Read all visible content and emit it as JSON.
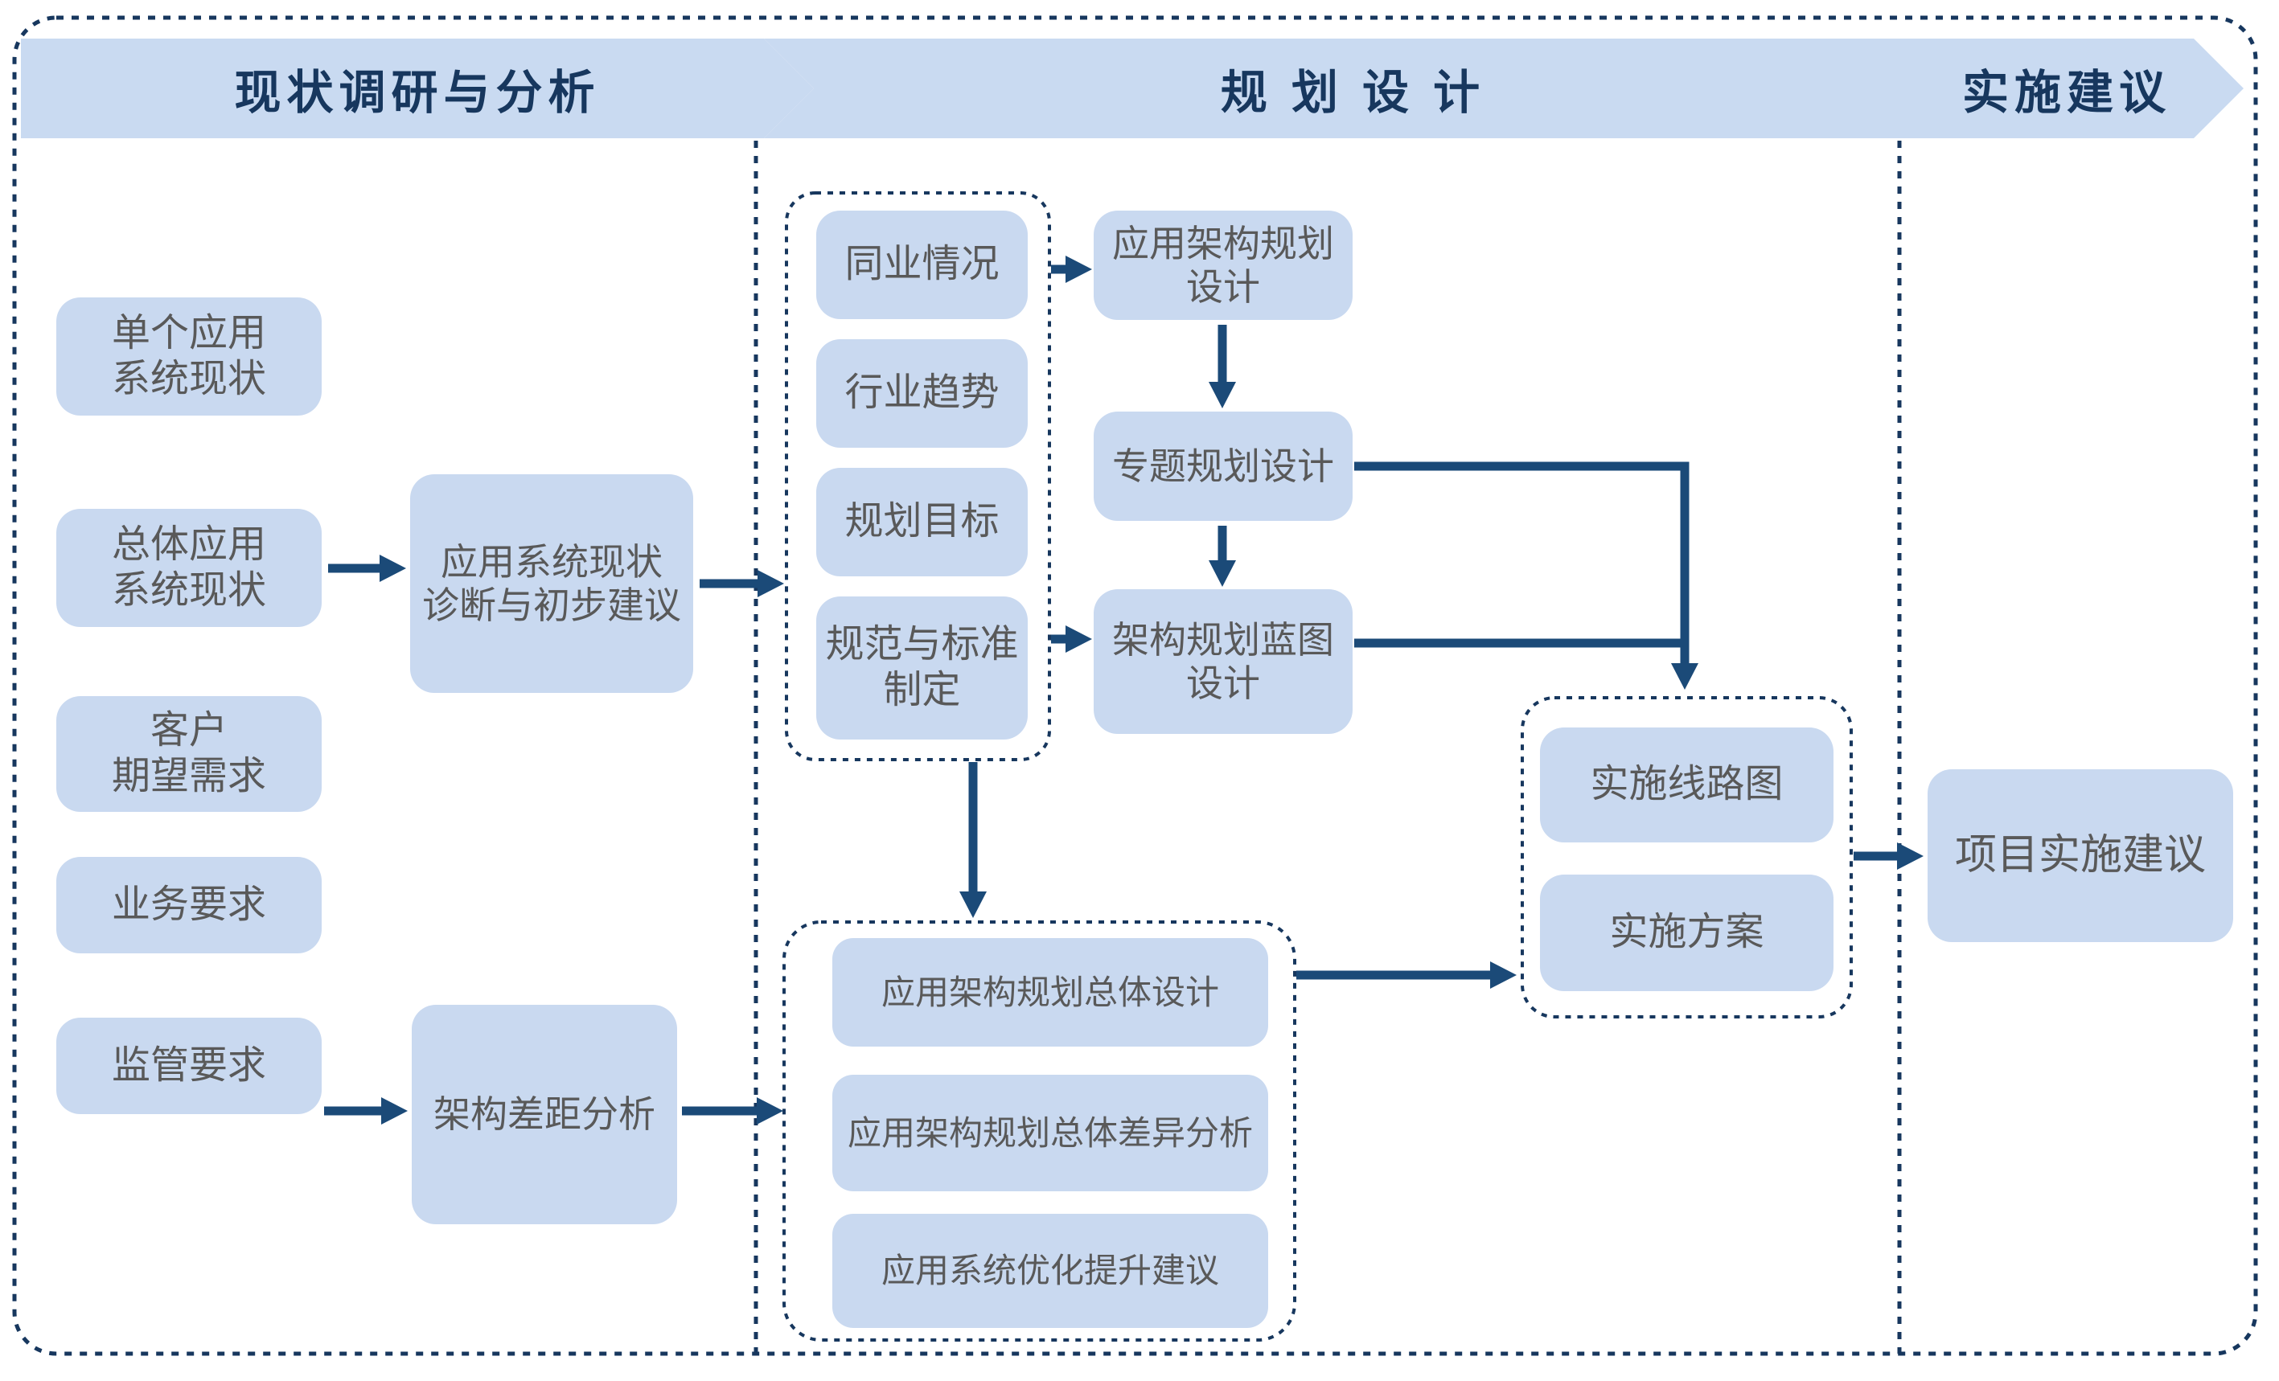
{
  "colors": {
    "box_fill": "#c9d9f0",
    "banner_fill": "#c9daf1",
    "accent_navy": "#17375e",
    "arrow_blue": "#1b4a78",
    "box_text_gray": "#595959"
  },
  "stage1": {
    "title": "现状调研与分析",
    "input_boxes": [
      "单个应用\n系统现状",
      "总体应用\n系统现状",
      "客户\n期望需求",
      "业务要求",
      "监管要求"
    ],
    "diagnosis_box": "应用系统现状\n诊断与初步建议",
    "gap_analysis_box": "架构差距分析"
  },
  "stage2": {
    "title": "规 划 设 计",
    "research_group": [
      "同业情况",
      "行业趋势",
      "规划目标",
      "规范与标准\n制定"
    ],
    "design_boxes": [
      "应用架构规划\n设计",
      "专题规划设计",
      "架构规划蓝图\n设计"
    ],
    "output_group": [
      "应用架构规划总体设计",
      "应用架构规划总体差异分析",
      "应用系统优化提升建议"
    ],
    "implementation_group": [
      "实施线路图",
      "实施方案"
    ]
  },
  "stage3": {
    "title": "实施建议",
    "final_box": "项目实施建议"
  }
}
